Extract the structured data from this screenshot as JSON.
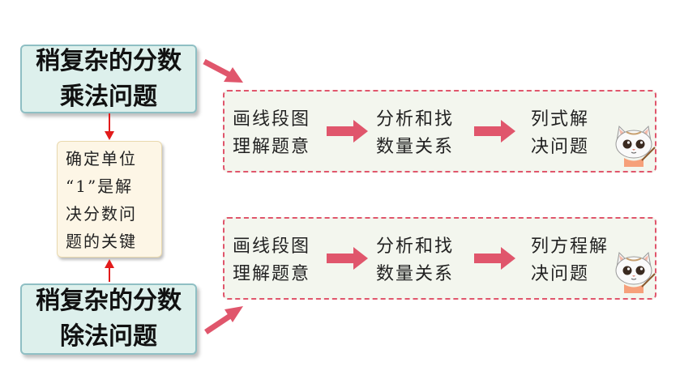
{
  "topics": {
    "multiplication": {
      "line1": "稍复杂的分数",
      "line2": "乘法问题"
    },
    "division": {
      "line1": "稍复杂的分数",
      "line2": "除法问题"
    }
  },
  "key_point": {
    "line1": "确定单位",
    "line2": "“1”是解",
    "line3": "决分数问",
    "line4": "题的关键"
  },
  "flows": [
    {
      "steps": [
        {
          "line1": "画线段图",
          "line2": "理解题意"
        },
        {
          "line1": "分析和找",
          "line2": "数量关系"
        },
        {
          "line1": "列式解",
          "line2": "决问题"
        }
      ]
    },
    {
      "steps": [
        {
          "line1": "画线段图",
          "line2": "理解题意"
        },
        {
          "line1": "分析和找",
          "line2": "数量关系"
        },
        {
          "line1": "列方程解",
          "line2": "决问题"
        }
      ]
    }
  ],
  "colors": {
    "arrow": "#e0566c",
    "connector": "#e21b1b",
    "topic_fill": "#ddf0ec",
    "key_fill": "#fdf6e6",
    "panel_fill": "#f3f6ee"
  },
  "icons": [
    "cat-mascot-icon"
  ]
}
